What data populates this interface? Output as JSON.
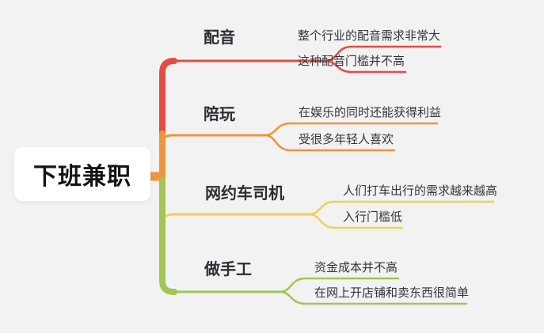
{
  "canvas": {
    "background_color": "#f2f2f3",
    "node_background_color": "#ffffff",
    "text_color": "#32353a"
  },
  "root": {
    "label": "下班兼职"
  },
  "branches": [
    {
      "label": "配音",
      "color": "#e64c41",
      "children": [
        "整个行业的配音需求非常大",
        "这种配音门槛并不高"
      ]
    },
    {
      "label": "陪玩",
      "color": "#f2943b",
      "children": [
        "在娱乐的同时还能获得利益",
        "受很多年轻人喜欢"
      ]
    },
    {
      "label": "网约车司机",
      "color": "#f2cf53",
      "children": [
        "人们打车出行的需求越来越高",
        "入行门槛低"
      ]
    },
    {
      "label": "做手工",
      "color": "#a2c653",
      "children": [
        "资金成本并不高",
        "在网上开店铺和卖东西很简单"
      ]
    }
  ]
}
